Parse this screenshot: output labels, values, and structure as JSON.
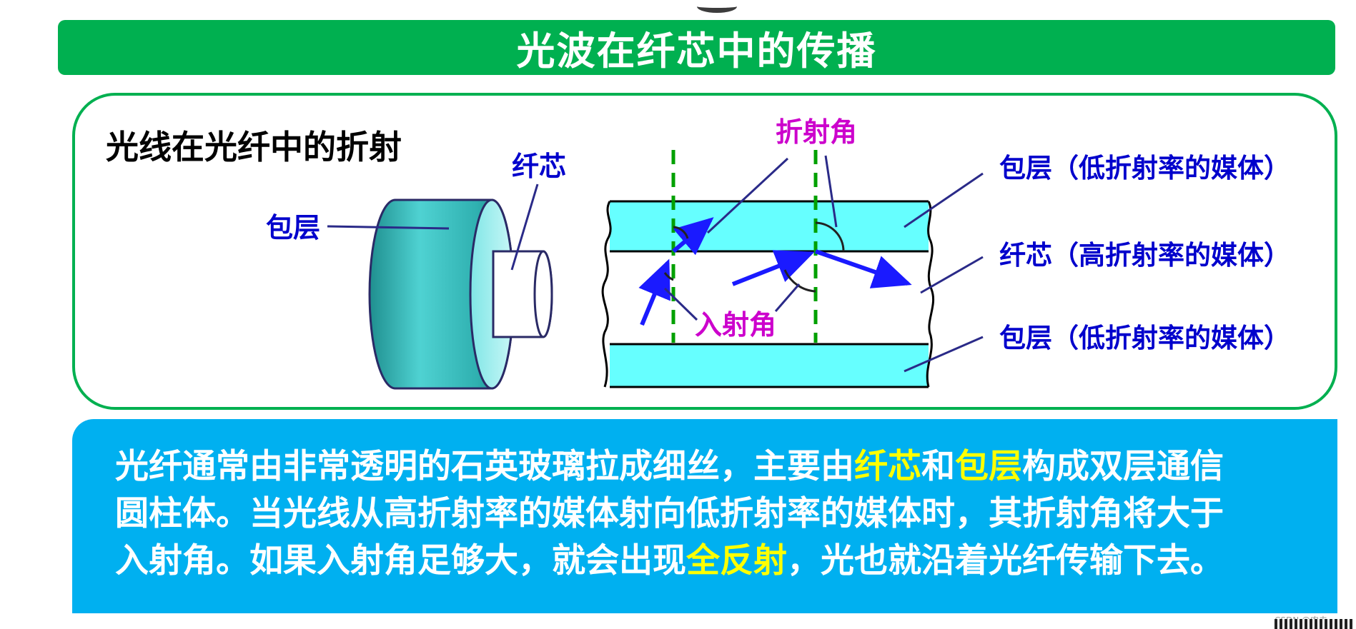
{
  "title": "光波在纤芯中的传播",
  "panel_heading": "光线在光纤中的折射",
  "diagram": {
    "left": {
      "label_cladding": "包层",
      "label_core": "纤芯"
    },
    "right": {
      "label_refraction_angle": "折射角",
      "label_incidence_angle": "入射角",
      "label_top_cladding": "包层（低折射率的媒体）",
      "label_core": "纤芯（高折射率的媒体）",
      "label_bottom_cladding": "包层（低折射率的媒体）"
    }
  },
  "info": {
    "line1_a": "光纤通常由非常透明的石英玻璃拉成细丝，主要由",
    "line1_hl1": "纤芯",
    "line1_b": "和",
    "line1_hl2": "包层",
    "line1_c": "构成双层通信",
    "line2": "圆柱体。当光线从高折射率的媒体射向低折射率的媒体时，其折射角将大于",
    "line3_a": "入射角。如果入射角足够大，就会出现",
    "line3_hl": "全反射",
    "line3_b": "，光也就沿着光纤传输下去。"
  },
  "watermark": "CSDN @农夫",
  "colors": {
    "title_bar": "#00b050",
    "info_box": "#00b0f0",
    "highlight": "#ffff00",
    "label_blue": "#0000cc",
    "label_magenta": "#cc00cc",
    "cladding_cyan": "#66ffff",
    "cylinder_teal": "#33cccc"
  }
}
